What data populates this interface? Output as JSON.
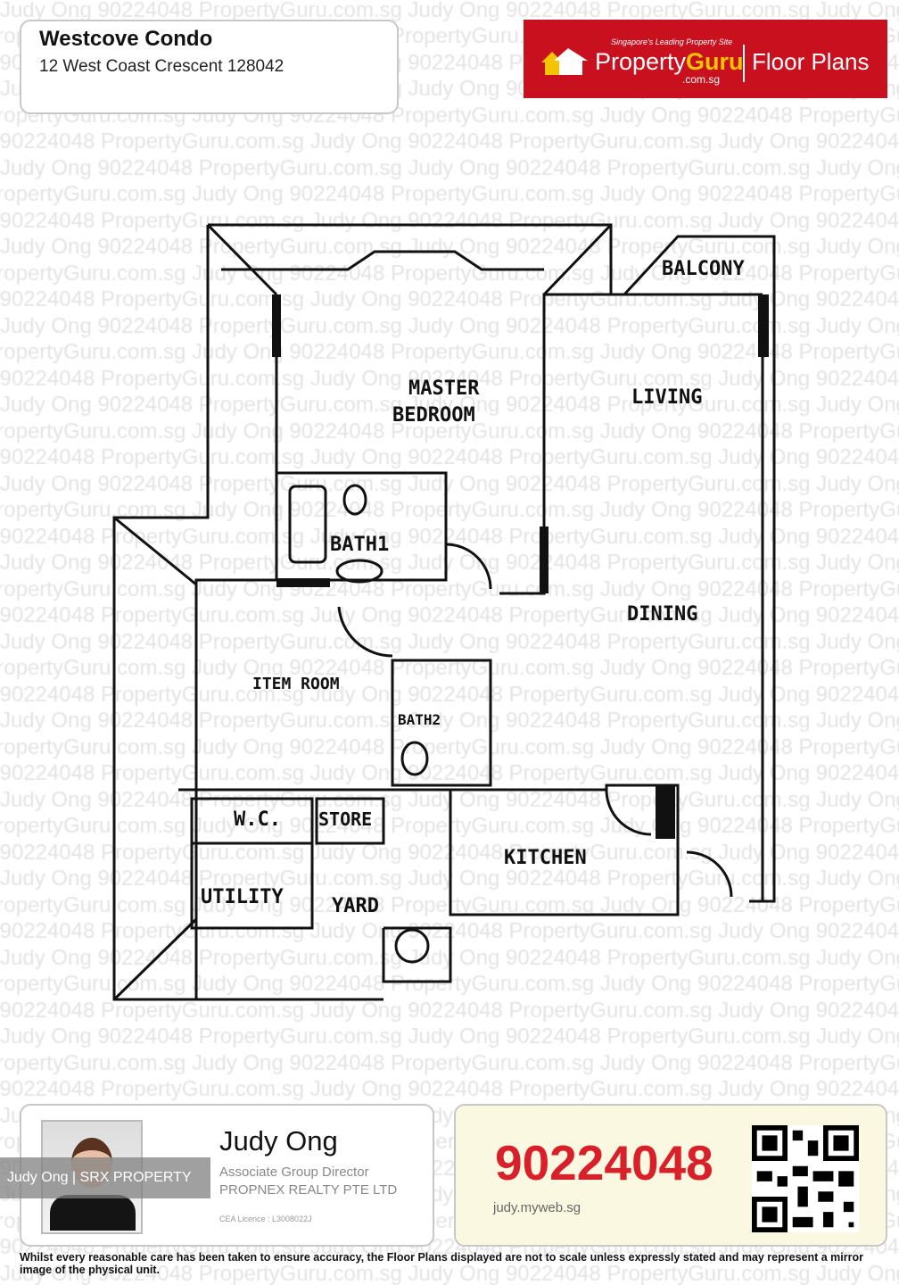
{
  "watermark": {
    "text": "Judy Ong 90224048 PropertyGuru.com.sg"
  },
  "header": {
    "title": "Westcove Condo",
    "address": "12 West Coast Crescent 128042"
  },
  "logo": {
    "tagline": "Singapore's Leading Property Site",
    "brand_a": "Property",
    "brand_b": "Guru",
    "domain": ".com.sg",
    "section": "Floor Plans",
    "bg_color": "#c8101e"
  },
  "plan": {
    "rooms": {
      "balcony": "BALCONY",
      "master_a": "MASTER",
      "master_b": "BEDROOM",
      "living": "LIVING",
      "bath1": "BATH1",
      "dining": "DINING",
      "bedroom": "ITEM ROOM",
      "bath2": "BATH2",
      "wc": "W.C.",
      "store": "STORE",
      "utility": "UTILITY",
      "yard": "YARD",
      "kitchen": "KITCHEN"
    }
  },
  "agent": {
    "name": "Judy Ong",
    "role": "Associate Group Director",
    "company": "PROPNEX REALTY PTE LTD",
    "license": "CEA Licence : L3008022J",
    "overlay": "Judy Ong | SRX PROPERTY"
  },
  "contact": {
    "phone": "90224048",
    "website": "judy.myweb.sg",
    "phone_color": "#d8202a"
  },
  "disclaimer": "Whilst every reasonable care has been taken to ensure accuracy, the Floor Plans displayed are not to scale unless expressly stated and may represent a mirror image of the physical unit."
}
